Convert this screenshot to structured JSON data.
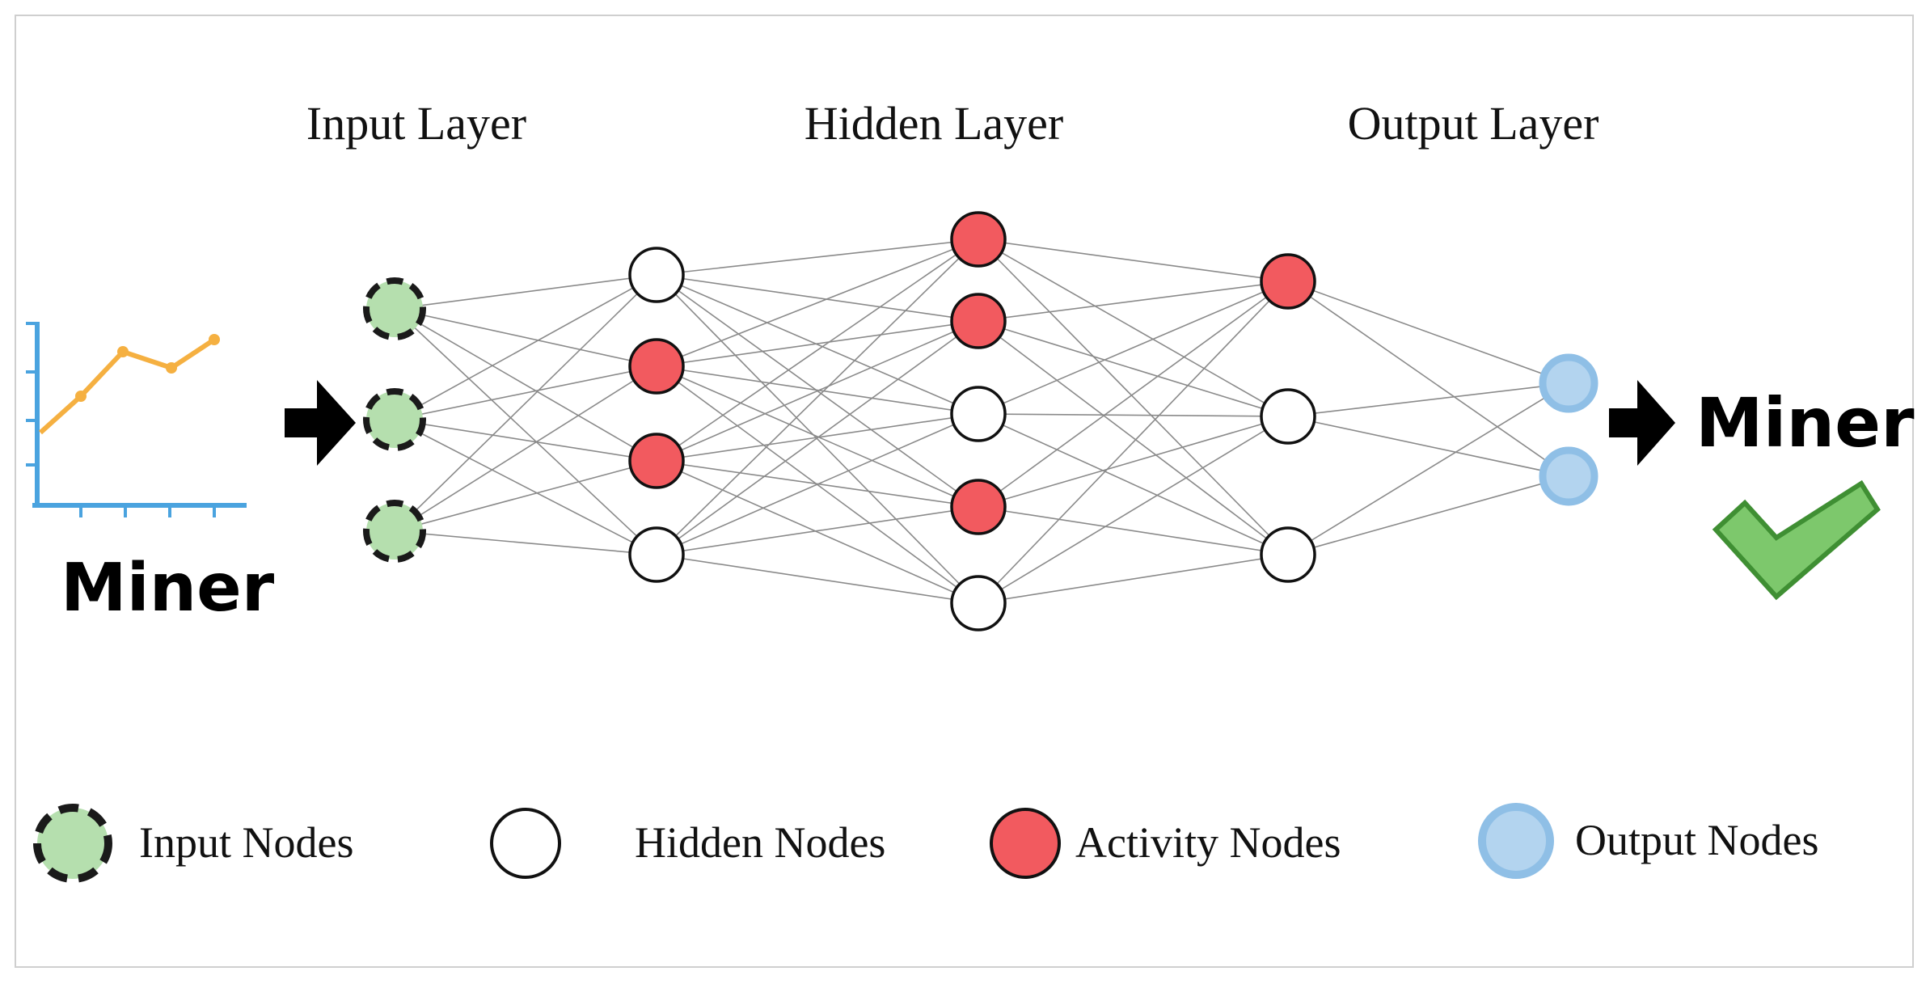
{
  "titles": {
    "input": "Input Layer",
    "hidden": "Hidden Layer",
    "output": "Output Layer"
  },
  "miner_left": "Miner",
  "miner_right": "Miner",
  "legend": {
    "input": "Input Nodes",
    "hidden": "Hidden Nodes",
    "activity": "Activity Nodes",
    "output": "Output Nodes"
  },
  "colors": {
    "input_fill": "#b5dfae",
    "activity_fill": "#f25a5f",
    "hidden_fill": "#ffffff",
    "output_fill": "#b3d4ef",
    "output_stroke": "#8fbfe6",
    "edge": "#8a8a8a",
    "chart_line": "#f5b041",
    "chart_axis": "#4aa3df",
    "check_fill": "#7dc86c",
    "check_stroke": "#3f8f33"
  },
  "icons": [
    "mini-line-chart-icon",
    "arrow-right-icon",
    "checkmark-icon"
  ],
  "network": {
    "layers": [
      {
        "name": "input",
        "nodes": [
          "input",
          "input",
          "input"
        ]
      },
      {
        "name": "hidden-1",
        "nodes": [
          "hidden",
          "activity",
          "activity",
          "hidden"
        ]
      },
      {
        "name": "hidden-2",
        "nodes": [
          "activity",
          "activity",
          "hidden",
          "activity",
          "hidden"
        ]
      },
      {
        "name": "hidden-3",
        "nodes": [
          "activity",
          "hidden",
          "hidden"
        ]
      },
      {
        "name": "output",
        "nodes": [
          "output",
          "output"
        ]
      }
    ]
  }
}
